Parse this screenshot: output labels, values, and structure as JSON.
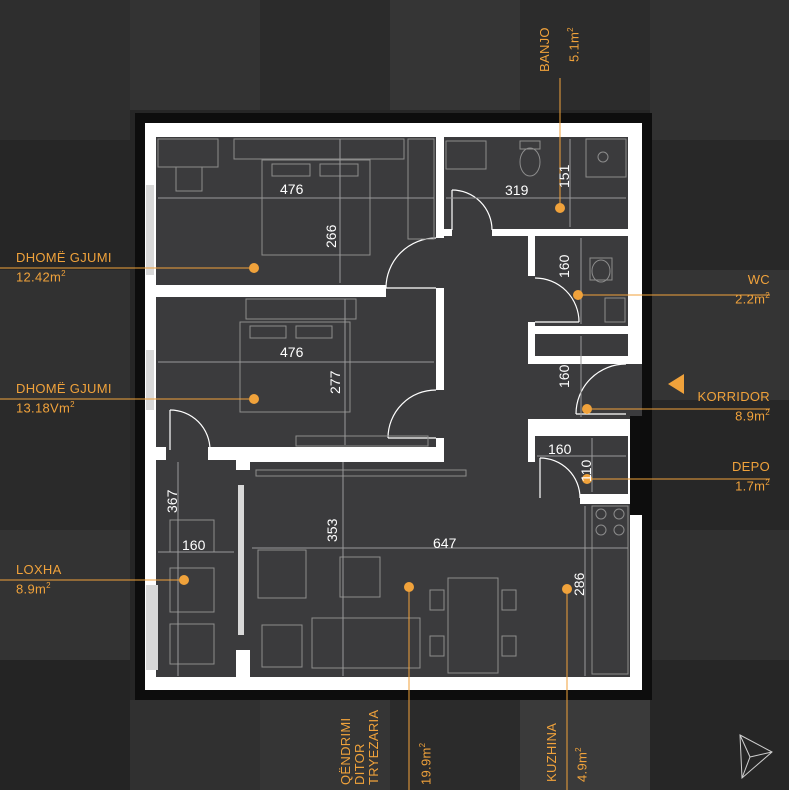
{
  "colors": {
    "accent": "#f0a23b",
    "wall": "#ffffff",
    "room": "#3b3b3d",
    "frame": "#0d0d0d",
    "line": "#8c8c8c"
  },
  "rooms": {
    "banjo": {
      "name": "BANJO",
      "area": "5.1m",
      "sup": "2"
    },
    "dhome1": {
      "name": "DHOMË GJUMI",
      "area": "12.42m",
      "sup": "2"
    },
    "wc": {
      "name": "WC",
      "area": "2.2m",
      "sup": "2"
    },
    "dhome2": {
      "name": "DHOMË GJUMI",
      "area": "13.18Vm",
      "sup": "2"
    },
    "korridor": {
      "name": "KORRIDOR",
      "area": "8.9m",
      "sup": "2"
    },
    "depo": {
      "name": "DEPO",
      "area": "1.7m",
      "sup": "2"
    },
    "loxha": {
      "name": "LOXHA",
      "area": "8.9m",
      "sup": "2"
    },
    "qendrimi": {
      "line1": "QËNDRIMI",
      "line2": "DITOR",
      "line3": "TRYEZARIA",
      "area": "19.9m",
      "sup": "2"
    },
    "kuzhina": {
      "name": "KUZHINA",
      "area": "4.9m",
      "sup": "2"
    }
  },
  "dimensions": {
    "d476a": "476",
    "d266": "266",
    "d319": "319",
    "d151": "151",
    "d160wc": "160",
    "d476b": "476",
    "d277": "277",
    "d160kor": "160",
    "d160depo": "160",
    "d110": "110",
    "d367": "367",
    "d160lox": "160",
    "d353": "353",
    "d647": "647",
    "d286": "286"
  },
  "icons": {
    "entrance": "triangle-arrow-icon",
    "compass": "compass-north-icon"
  }
}
